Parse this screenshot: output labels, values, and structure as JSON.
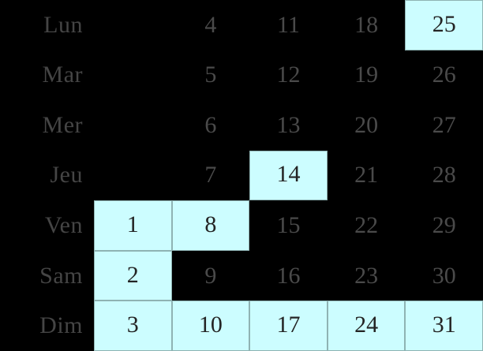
{
  "calendar": {
    "locale_language": "French",
    "highlight_color": "#ccfdff",
    "highlight_border_color": "#8fb3b3",
    "background_color": "#000000",
    "text_color": "#4a4a4a",
    "highlight_text_color": "#242424",
    "day_labels": [
      "Lun",
      "Mar",
      "Mer",
      "Jeu",
      "Ven",
      "Sam",
      "Dim"
    ],
    "rows": [
      {
        "day": "Lun",
        "cells": [
          {
            "value": "",
            "highlighted": false,
            "empty": true
          },
          {
            "value": "4",
            "highlighted": false,
            "empty": false
          },
          {
            "value": "11",
            "highlighted": false,
            "empty": false
          },
          {
            "value": "18",
            "highlighted": false,
            "empty": false
          },
          {
            "value": "25",
            "highlighted": true,
            "empty": false
          }
        ]
      },
      {
        "day": "Mar",
        "cells": [
          {
            "value": "",
            "highlighted": false,
            "empty": true
          },
          {
            "value": "5",
            "highlighted": false,
            "empty": false
          },
          {
            "value": "12",
            "highlighted": false,
            "empty": false
          },
          {
            "value": "19",
            "highlighted": false,
            "empty": false
          },
          {
            "value": "26",
            "highlighted": false,
            "empty": false
          }
        ]
      },
      {
        "day": "Mer",
        "cells": [
          {
            "value": "",
            "highlighted": false,
            "empty": true
          },
          {
            "value": "6",
            "highlighted": false,
            "empty": false
          },
          {
            "value": "13",
            "highlighted": false,
            "empty": false
          },
          {
            "value": "20",
            "highlighted": false,
            "empty": false
          },
          {
            "value": "27",
            "highlighted": false,
            "empty": false
          }
        ]
      },
      {
        "day": "Jeu",
        "cells": [
          {
            "value": "",
            "highlighted": false,
            "empty": true
          },
          {
            "value": "7",
            "highlighted": false,
            "empty": false
          },
          {
            "value": "14",
            "highlighted": true,
            "empty": false
          },
          {
            "value": "21",
            "highlighted": false,
            "empty": false
          },
          {
            "value": "28",
            "highlighted": false,
            "empty": false
          }
        ]
      },
      {
        "day": "Ven",
        "cells": [
          {
            "value": "1",
            "highlighted": true,
            "empty": false
          },
          {
            "value": "8",
            "highlighted": true,
            "empty": false
          },
          {
            "value": "15",
            "highlighted": false,
            "empty": false
          },
          {
            "value": "22",
            "highlighted": false,
            "empty": false
          },
          {
            "value": "29",
            "highlighted": false,
            "empty": false
          }
        ]
      },
      {
        "day": "Sam",
        "cells": [
          {
            "value": "2",
            "highlighted": true,
            "empty": false
          },
          {
            "value": "9",
            "highlighted": false,
            "empty": false
          },
          {
            "value": "16",
            "highlighted": false,
            "empty": false
          },
          {
            "value": "23",
            "highlighted": false,
            "empty": false
          },
          {
            "value": "30",
            "highlighted": false,
            "empty": false
          }
        ]
      },
      {
        "day": "Dim",
        "cells": [
          {
            "value": "3",
            "highlighted": true,
            "empty": false
          },
          {
            "value": "10",
            "highlighted": true,
            "empty": false
          },
          {
            "value": "17",
            "highlighted": true,
            "empty": false
          },
          {
            "value": "24",
            "highlighted": true,
            "empty": false
          },
          {
            "value": "31",
            "highlighted": true,
            "empty": false
          }
        ]
      }
    ]
  }
}
